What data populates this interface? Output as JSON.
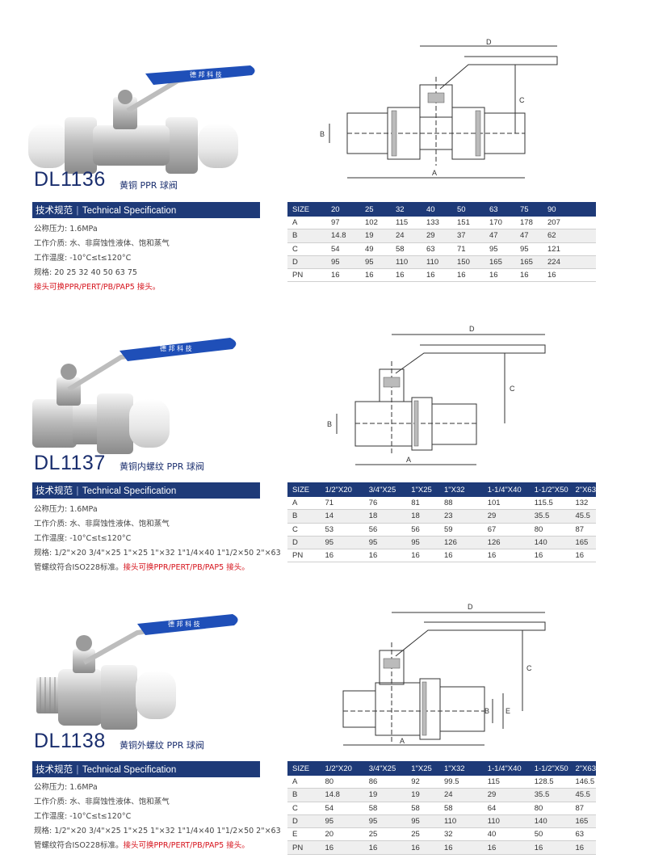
{
  "products": [
    {
      "model": "DL1136",
      "subtitle": "黄铜 PPR 球阀",
      "spec_header_cn": "技术规范",
      "spec_header_en": "Technical Specification",
      "specs": [
        "公称压力: 1.6MPa",
        "工作介质: 水、非腐蚀性液体、饱和蒸气",
        "工作温度: -10°C≤t≤120°C",
        "规格: 20   25   32   40   50   63   75"
      ],
      "note_prefix": "",
      "note_red": "接头可换PPR/PERT/PB/PAP5 接头。",
      "handle_text": "德 邦 科 技",
      "table": {
        "header": [
          "SIZE",
          "20",
          "25",
          "32",
          "40",
          "50",
          "63",
          "75",
          "90"
        ],
        "rows": [
          [
            "A",
            "97",
            "102",
            "115",
            "133",
            "151",
            "170",
            "178",
            "207"
          ],
          [
            "B",
            "14.8",
            "19",
            "24",
            "29",
            "37",
            "47",
            "47",
            "62"
          ],
          [
            "C",
            "54",
            "49",
            "58",
            "63",
            "71",
            "95",
            "95",
            "121"
          ],
          [
            "D",
            "95",
            "95",
            "110",
            "110",
            "150",
            "165",
            "165",
            "224"
          ],
          [
            "PN",
            "16",
            "16",
            "16",
            "16",
            "16",
            "16",
            "16",
            "16"
          ]
        ]
      },
      "dims": [
        "D",
        "C",
        "B",
        "A"
      ]
    },
    {
      "model": "DL1137",
      "subtitle": "黄铜内螺纹 PPR 球阀",
      "spec_header_cn": "技术规范",
      "spec_header_en": "Technical Specification",
      "specs": [
        "公称压力: 1.6MPa",
        "工作介质: 水、非腐蚀性液体、饱和蒸气",
        "工作温度: -10°C≤t≤120°C",
        "规格: 1/2\"×20 3/4\"×25 1\"×25 1\"×32 1\"1/4×40 1\"1/2×50 2\"×63"
      ],
      "note_prefix": "管螺纹符合ISO228标准。",
      "note_red": "接头可换PPR/PERT/PB/PAP5 接头。",
      "handle_text": "德 邦 科 技",
      "table": {
        "header": [
          "SIZE",
          "1/2\"X20",
          "3/4\"X25",
          "1\"X25",
          "1\"X32",
          "1-1/4\"X40",
          "1-1/2\"X50",
          "2\"X63"
        ],
        "rows": [
          [
            "A",
            "71",
            "76",
            "81",
            "88",
            "101",
            "115.5",
            "132"
          ],
          [
            "B",
            "14",
            "18",
            "18",
            "23",
            "29",
            "35.5",
            "45.5"
          ],
          [
            "C",
            "53",
            "56",
            "56",
            "59",
            "67",
            "80",
            "87"
          ],
          [
            "D",
            "95",
            "95",
            "95",
            "126",
            "126",
            "140",
            "165"
          ],
          [
            "PN",
            "16",
            "16",
            "16",
            "16",
            "16",
            "16",
            "16"
          ]
        ]
      },
      "dims": [
        "D",
        "C",
        "B",
        "A"
      ]
    },
    {
      "model": "DL1138",
      "subtitle": "黄铜外螺纹 PPR 球阀",
      "spec_header_cn": "技术规范",
      "spec_header_en": "Technical Specification",
      "specs": [
        "公称压力: 1.6MPa",
        "工作介质: 水、非腐蚀性液体、饱和蒸气",
        "工作温度: -10°C≤t≤120°C",
        "规格: 1/2\"×20 3/4\"×25 1\"×25 1\"×32 1\"1/4×40 1\"1/2×50 2\"×63"
      ],
      "note_prefix": "管螺纹符合ISO228标准。",
      "note_red": "接头可换PPR/PERT/PB/PAP5 接头。",
      "handle_text": "德 邦 科 技",
      "table": {
        "header": [
          "SIZE",
          "1/2\"X20",
          "3/4\"X25",
          "1\"X25",
          "1\"X32",
          "1-1/4\"X40",
          "1-1/2\"X50",
          "2\"X63"
        ],
        "rows": [
          [
            "A",
            "80",
            "86",
            "92",
            "99.5",
            "115",
            "128.5",
            "146.5"
          ],
          [
            "B",
            "14.8",
            "19",
            "19",
            "24",
            "29",
            "35.5",
            "45.5"
          ],
          [
            "C",
            "54",
            "58",
            "58",
            "58",
            "64",
            "80",
            "87"
          ],
          [
            "D",
            "95",
            "95",
            "95",
            "110",
            "110",
            "140",
            "165"
          ],
          [
            "E",
            "20",
            "25",
            "25",
            "32",
            "40",
            "50",
            "63"
          ],
          [
            "PN",
            "16",
            "16",
            "16",
            "16",
            "16",
            "16",
            "16"
          ]
        ]
      },
      "dims": [
        "D",
        "C",
        "B",
        "E",
        "A"
      ]
    }
  ],
  "colors": {
    "navy": "#1e3a78",
    "handle_blue": "#1f4fb8",
    "red": "#d6131c",
    "brass": "#c9c9c9"
  }
}
